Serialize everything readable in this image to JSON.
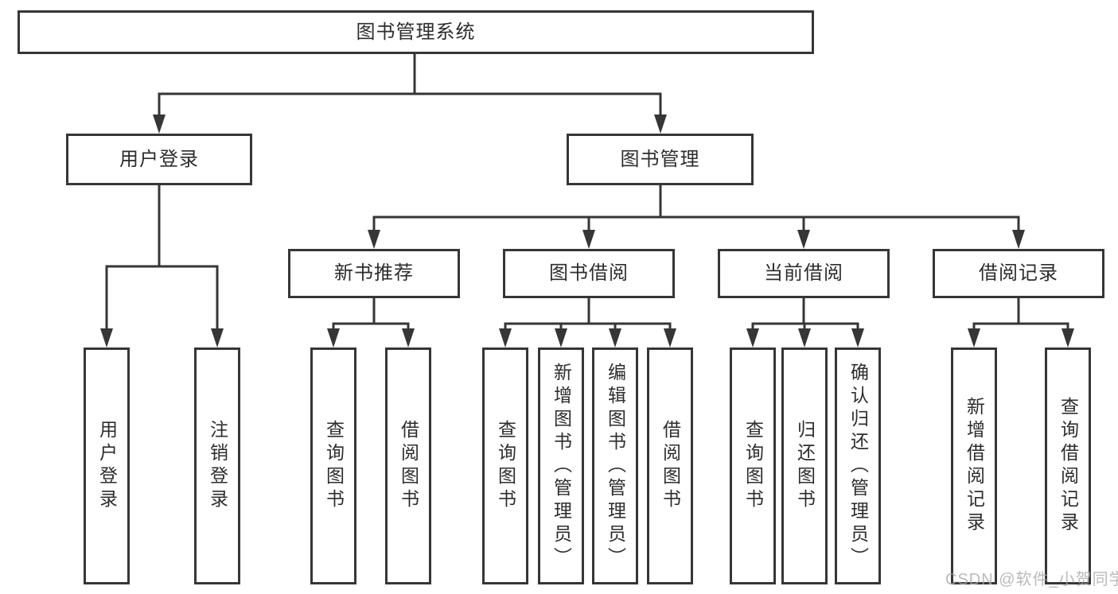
{
  "diagram": {
    "root": {
      "label": "图书管理系统"
    },
    "level1": [
      {
        "label": "用户登录"
      },
      {
        "label": "图书管理"
      }
    ],
    "level2": [
      {
        "label": "新书推荐"
      },
      {
        "label": "图书借阅"
      },
      {
        "label": "当前借阅"
      },
      {
        "label": "借阅记录"
      }
    ],
    "groups": [
      {
        "parent": "用户登录",
        "children": [
          "用户登录",
          "注销登录"
        ]
      },
      {
        "parent": "新书推荐",
        "children": [
          "查询图书",
          "借阅图书"
        ]
      },
      {
        "parent": "图书借阅",
        "children": [
          "查询图书",
          "新增图书（管理员）",
          "编辑图书（管理员）",
          "借阅图书"
        ]
      },
      {
        "parent": "当前借阅",
        "children": [
          "查询图书",
          "归还图书",
          "确认归还（管理员）"
        ]
      },
      {
        "parent": "借阅记录",
        "children": [
          "新增借阅记录",
          "查询借阅记录"
        ]
      }
    ]
  },
  "watermark": {
    "text": "CSDN @软件_小贺同学"
  },
  "colors": {
    "line": "#363636",
    "text": "#2d2d2d",
    "watermark": "#a9a9a9",
    "background": "#ffffff"
  }
}
